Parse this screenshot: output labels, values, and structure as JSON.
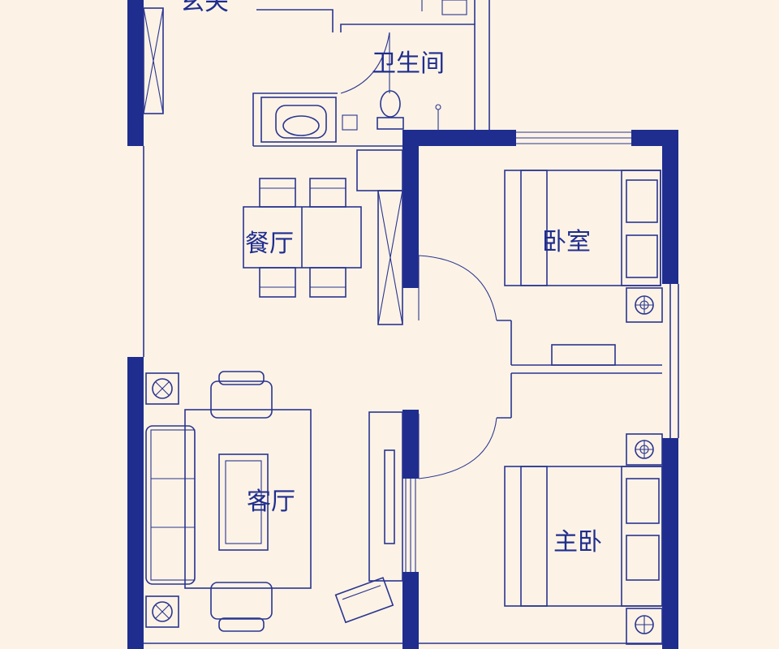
{
  "rooms": {
    "entrance": "玄关",
    "bathroom": "卫生间",
    "dining": "餐厅",
    "bedroom": "卧室",
    "living": "客厅",
    "master_bedroom": "主卧"
  },
  "colors": {
    "background": "#fcf3e6",
    "wall": "#1f2d8f",
    "line": "#2a3590"
  }
}
